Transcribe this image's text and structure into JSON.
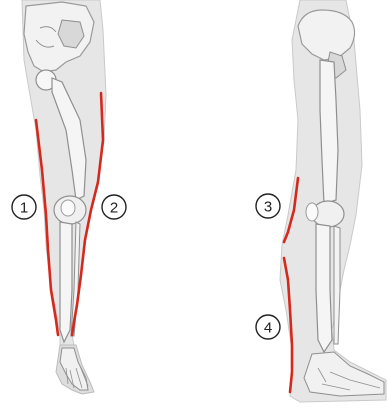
{
  "figure": {
    "views": [
      {
        "view": "front"
      },
      {
        "view": "side"
      }
    ],
    "markers": [
      {
        "label": "1"
      },
      {
        "label": "2"
      },
      {
        "label": "3"
      },
      {
        "label": "4"
      }
    ],
    "colors": {
      "background": "#ffffff",
      "silhouette_fill": "#e6e6e6",
      "silhouette_stroke": "#c9c9c9",
      "bone_fill": "#f4f4f4",
      "bone_stroke": "#9a9a9a",
      "highlight": "#d42a1e",
      "marker_stroke": "#222222"
    }
  }
}
